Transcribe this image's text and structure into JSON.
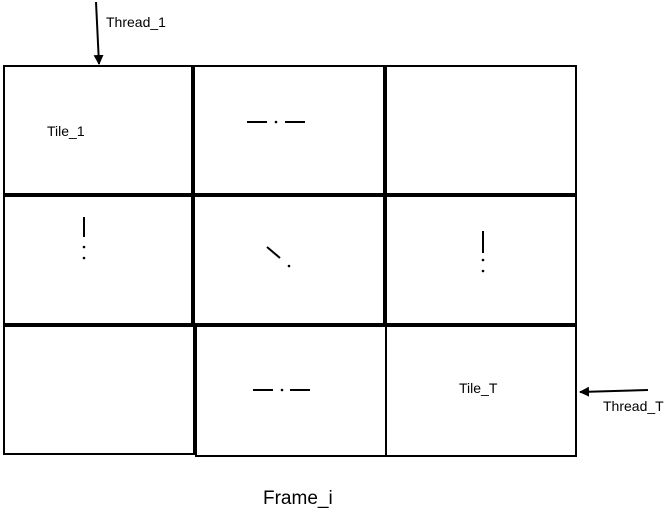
{
  "diagram": {
    "thread_start_label": "Thread_1",
    "thread_end_label": "Thread_T",
    "first_tile_label": "Tile_1",
    "last_tile_label": "Tile_T",
    "frame_label": "Frame_i",
    "grid": {
      "rows": 3,
      "columns": 3
    },
    "ellipsis_marks": [
      "horizontal",
      "vertical",
      "diagonal",
      "vertical",
      "horizontal"
    ]
  }
}
